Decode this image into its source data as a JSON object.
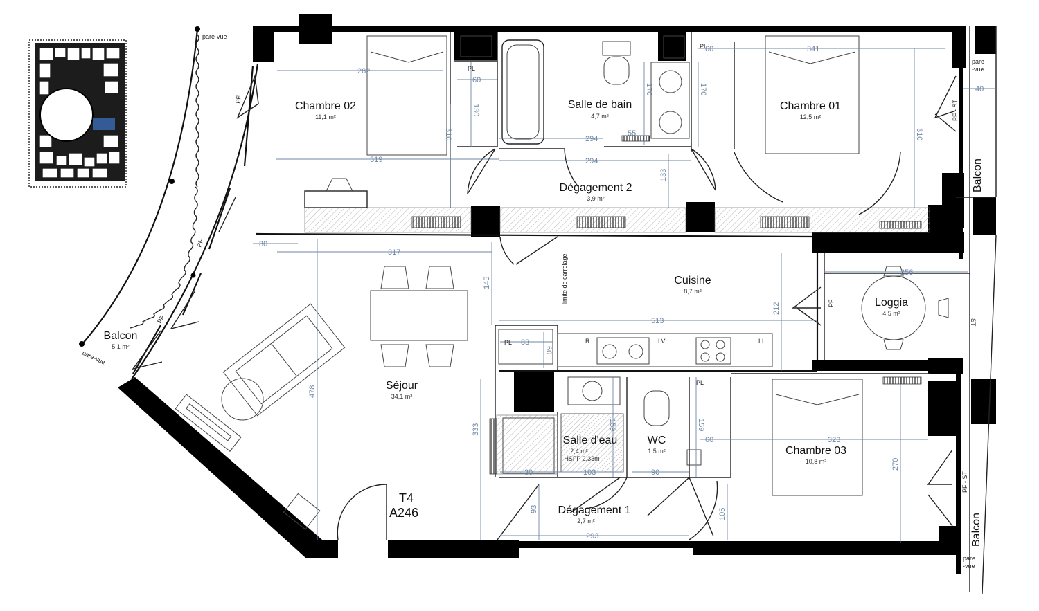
{
  "unit": {
    "type": "T4",
    "reference": "A246"
  },
  "rooms": {
    "chambre02": {
      "name": "Chambre 02",
      "area": "11,1 m²"
    },
    "salle_de_bain": {
      "name": "Salle de bain",
      "area": "4,7 m²"
    },
    "chambre01": {
      "name": "Chambre 01",
      "area": "12,5 m²"
    },
    "degagement2": {
      "name": "Dégagement 2",
      "area": "3,9 m²"
    },
    "cuisine": {
      "name": "Cuisine",
      "area": "8,7 m²"
    },
    "loggia": {
      "name": "Loggia",
      "area": "4,5 m²"
    },
    "balcon_left": {
      "name": "Balcon",
      "area": "5,1 m²"
    },
    "sejour": {
      "name": "Séjour",
      "area": "34,1 m²"
    },
    "salle_deau": {
      "name": "Salle d'eau",
      "area": "2,4 m²",
      "note": "HSFP 2,33m"
    },
    "wc": {
      "name": "WC",
      "area": "1,5 m²"
    },
    "chambre03": {
      "name": "Chambre 03",
      "area": "10,8 m²"
    },
    "degagement1": {
      "name": "Dégagement 1",
      "area": "2,7 m²"
    },
    "balcon_right_top": {
      "name": "Balcon"
    },
    "balcon_right_bottom": {
      "name": "Balcon"
    }
  },
  "labels": {
    "pare_vue": "pare-vue",
    "pare_vue_top_right_1": "pare",
    "pare_vue_top_right_2": "-vue",
    "pare_vue_bottom_right_1": "pare",
    "pare_vue_bottom_right_2": "-vue",
    "pf": "PF",
    "pf_st": "PF - ST",
    "st": "ST",
    "pl": "PL",
    "r": "R",
    "lv": "LV",
    "ll": "LL",
    "limite_carrelage": "limite de carrelage"
  },
  "dimensions": {
    "d282": "282",
    "d60a": "60",
    "d130": "130",
    "d310a": "310",
    "d319": "319",
    "d294a": "294",
    "d294b": "294",
    "d55": "55",
    "d170a": "170",
    "d170b": "170",
    "d341": "341",
    "d60b": "60",
    "d310b": "310",
    "d40a": "40",
    "d133": "133",
    "d80": "80",
    "d317": "317",
    "d145": "145",
    "d212": "212",
    "d513": "513",
    "d256": "256",
    "d478": "478",
    "d83": "83",
    "d60c": "60",
    "d333": "333",
    "d30": "30",
    "d103": "103",
    "d90": "90",
    "d159a": "159",
    "d159b": "159",
    "d60d": "60",
    "d323": "323",
    "d270": "270",
    "d93": "93",
    "d105": "105",
    "d293": "293"
  }
}
